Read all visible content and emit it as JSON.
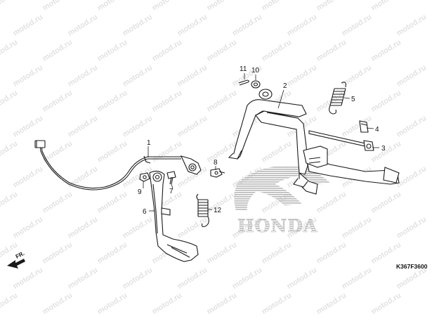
{
  "watermark": "motod.ru",
  "brand": "HONDA",
  "diagram_code": "K367F3600",
  "direction_label": "FR.",
  "callouts": [
    "1",
    "2",
    "3",
    "4",
    "5",
    "6",
    "7",
    "8",
    "9",
    "10",
    "11",
    "12"
  ],
  "colors": {
    "line": "#1a1a1a",
    "watermark": "#e2e2e2",
    "logo": "#bdbdbd"
  }
}
